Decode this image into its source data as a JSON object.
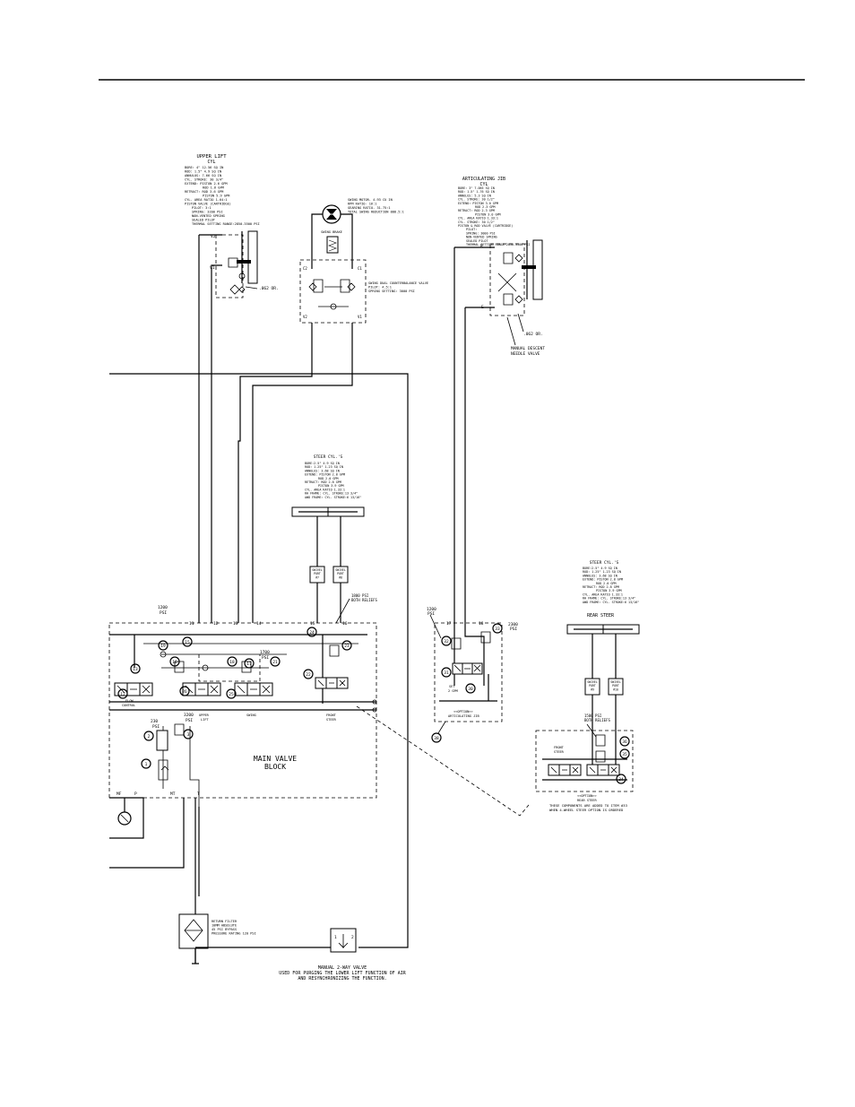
{
  "upper_lift_cyl": {
    "title": "UPPER LIFT",
    "subtitle": "CYL",
    "specs": [
      "BORE: 4\" 12.56 SQ IN",
      "ROD: 1.5\" 4.9 SQ IN",
      "ANNULUS: 7.66 SQ IN",
      "CYL. STROKE: 30 3/4\"",
      "EXTEND: PISTON 2.6 GPM",
      "ROD 1.6 GPM",
      "RETRACT: ROD 3.6 GPM",
      "PISTON 5.9 GPM",
      "CYL. AREA RATIO 1.64:1",
      "PISTON VALVE (CARTRIDGE)",
      "PILOT: 3:1",
      "SPRING: 3200 PSI",
      "NON-VENTED SPRING",
      "SEALED PILOT",
      "THERMAL SETTING RANGE:2850-3500 PSI"
    ],
    "port_v2": "V2",
    "port_v1": "V1",
    "orifice": ".062 OR."
  },
  "swing_motor": {
    "specs": [
      "SWING MOTOR- 4.93 CU IN",
      "RPM RATIO- 16:1",
      "GEARING RATIO- 31.75:1",
      "TOTAL SWING REDUCTION 888.5:1"
    ],
    "brake_label": "SWING BRAKE"
  },
  "counterbalance": {
    "specs": [
      "SWING DUAL COUNTERBALANCE VALVE",
      "PILOT: 4.5:1",
      "SPRING SETTING: 3000 PSI"
    ],
    "ports": [
      "C2",
      "C1",
      "V2",
      "V1"
    ]
  },
  "articulating_jib_cyl": {
    "title": "ARTICULATING JIB",
    "subtitle": "CYL",
    "specs": [
      "BORE: 3\" 7.065 SQ IN",
      "ROD: 1.5\" 1.76 SQ IN",
      "ANNULUS: 5.3 SQ IN",
      "CYL. STROKE: 30 1/2\"",
      "EXTEND: PISTON 3.0 GPM",
      "ROD 2.3 GPM",
      "RETRACT: ROD 2.3 GPM",
      "PISTON 3.0 GPM",
      "CYL. AREA RATIO 1.33:1",
      "CYL. STROKE: 30 1/2\"",
      "PISTON & ROD VALVE (CARTRIDGE)",
      "PILOT:",
      "SPRING: 3000 PSI",
      "NON-VENTED SPRING",
      "SEALED PILOT",
      "THERMAL SETTING RANGE:2850-3500 PSI"
    ],
    "port_r": "R",
    "port_e": "E",
    "orifice": ".062 OR.",
    "descent_valve": "MANUAL DESCENT",
    "descent_valve_2": "NEEDLE VALVE"
  },
  "steer_cyl_front": {
    "title": "STEER CYL.'S",
    "specs": [
      "BORE:2.5\" 4.9 SQ IN",
      "ROD: 1.25\" 1.23 SQ IN",
      "ANNULUS: 3.68 SQ IN",
      "EXTEND: PISTON 2.8 GPM",
      "ROD 2.0 GPM",
      "RETRACT: ROD 2.8 GPM",
      "PISTON 3.9 GPM",
      "CYL. AREA RATIO 1.33:1",
      "RH FRAME: CYL. STROKE:13 3/4\"",
      "AWD FRAME: CYL. STROKE:6 13/16\""
    ],
    "swivel_1": [
      "SWIVEL",
      "PORT",
      "#7"
    ],
    "swivel_2": [
      "SWIVEL",
      "PORT",
      "#8"
    ],
    "relief": [
      "1800 PSI",
      "BOTH RELIEFS"
    ]
  },
  "steer_cyl_rear": {
    "title": "STEER CYL.'S",
    "specs": [
      "BORE:2.5\" 4.9 SQ IN",
      "ROD: 1.25\" 1.23 SQ IN",
      "ANNULUS: 3.68 SQ IN",
      "EXTEND: PISTON 2.8 GPM",
      "ROD 2.0 GPM",
      "RETRACT: ROD 2.8 GPM",
      "PISTON 3.9 GPM",
      "CYL. AREA RATIO 1.33:1",
      "RH FRAME: CYL. STROKE:13 3/4\"",
      "AWD FRAME: CYL. STROKE:6 13/16\""
    ],
    "rear_label": "REAR STEER",
    "swivel_1": [
      "SWIVEL",
      "PORT",
      "#9"
    ],
    "swivel_2": [
      "SWIVEL",
      "PORT",
      "#10"
    ],
    "relief": [
      "1500 PSI",
      "BOTH RELIEFS"
    ],
    "front_steer": [
      "FRONT",
      "STEER"
    ],
    "option_label": "<<OPTION>>",
    "rear_steer": "REAR STEER",
    "note": [
      "THESE COMPONENTS ARE ADDED TO ITEM #33",
      "WHEN 4-WHEEL STEER OPTION IS ORDERED"
    ],
    "callouts": [
      "36",
      "35",
      "34"
    ]
  },
  "jib_option": {
    "psi_left": [
      "1200",
      "PSI"
    ],
    "ports": [
      "17",
      "18"
    ],
    "psi_right": [
      "2300",
      "PSI"
    ],
    "set_label": [
      "SET",
      "2 GPM"
    ],
    "option_label": "<<OPTION>>",
    "jib_label": "ARTICULATING JIB",
    "callouts": [
      "32",
      "33",
      "31",
      "30",
      "38"
    ]
  },
  "main_valve": {
    "title_1": "MAIN VALVE",
    "title_2": "BLOCK",
    "psi_1200": [
      "1200",
      "PSI"
    ],
    "psi_1700": [
      "1700",
      "PSI"
    ],
    "psi_3200": [
      "3200",
      "PSI"
    ],
    "psi_230": [
      "230",
      "PSI"
    ],
    "ports": [
      "11",
      "12",
      "13",
      "14",
      "15",
      "16"
    ],
    "section_labels": {
      "flow_control": [
        "FLOW",
        "CONTROL"
      ],
      "upper_lift": [
        "UPPER",
        "LIFT"
      ],
      "swing": "SWING",
      "front_steer": [
        "FRONT",
        "STEER"
      ]
    },
    "callouts": [
      "19",
      "15",
      "18",
      "16",
      "17",
      "21",
      "25",
      "26",
      "13",
      "12",
      "24",
      "23",
      "22",
      "3",
      "2",
      "1"
    ],
    "bottom_ports": [
      "MF",
      "P",
      "MT",
      "T"
    ]
  },
  "return_filter": {
    "specs": [
      "RETURN FILTER",
      "10MM ABSOLUTE",
      "45 PSI BYPASS",
      "PRESSURE RATING 120 PSI"
    ]
  },
  "manual_valve": {
    "ports": [
      "1",
      "2"
    ],
    "caption_1": "MANUAL 2-WAY VALVE",
    "caption_2": "USED FOR PURGING THE LOWER LIFT FUNCTION OF AIR",
    "caption_3": "AND RESYNCHRONIZING THE FUNCTION."
  }
}
